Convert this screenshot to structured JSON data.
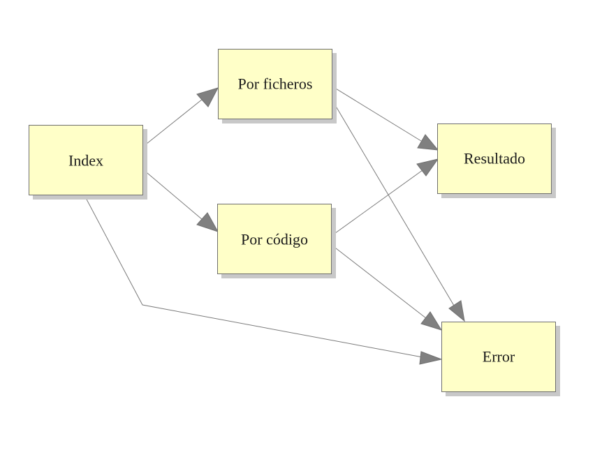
{
  "diagram": {
    "nodes": {
      "index": {
        "label": "Index"
      },
      "por_ficheros": {
        "label": "Por ficheros"
      },
      "por_codigo": {
        "label": "Por código"
      },
      "resultado": {
        "label": "Resultado"
      },
      "error": {
        "label": "Error"
      }
    },
    "edges": [
      {
        "from": "Index",
        "to": "Por ficheros"
      },
      {
        "from": "Index",
        "to": "Por código"
      },
      {
        "from": "Index",
        "to": "Error"
      },
      {
        "from": "Por ficheros",
        "to": "Resultado"
      },
      {
        "from": "Por ficheros",
        "to": "Error"
      },
      {
        "from": "Por código",
        "to": "Resultado"
      },
      {
        "from": "Por código",
        "to": "Error"
      }
    ],
    "colors": {
      "node_fill": "#ffffc8",
      "node_border": "#6e6e6e",
      "node_shadow": "#c8c8c8",
      "edge": "#7a7a7a",
      "arrowhead": "#808080"
    }
  }
}
